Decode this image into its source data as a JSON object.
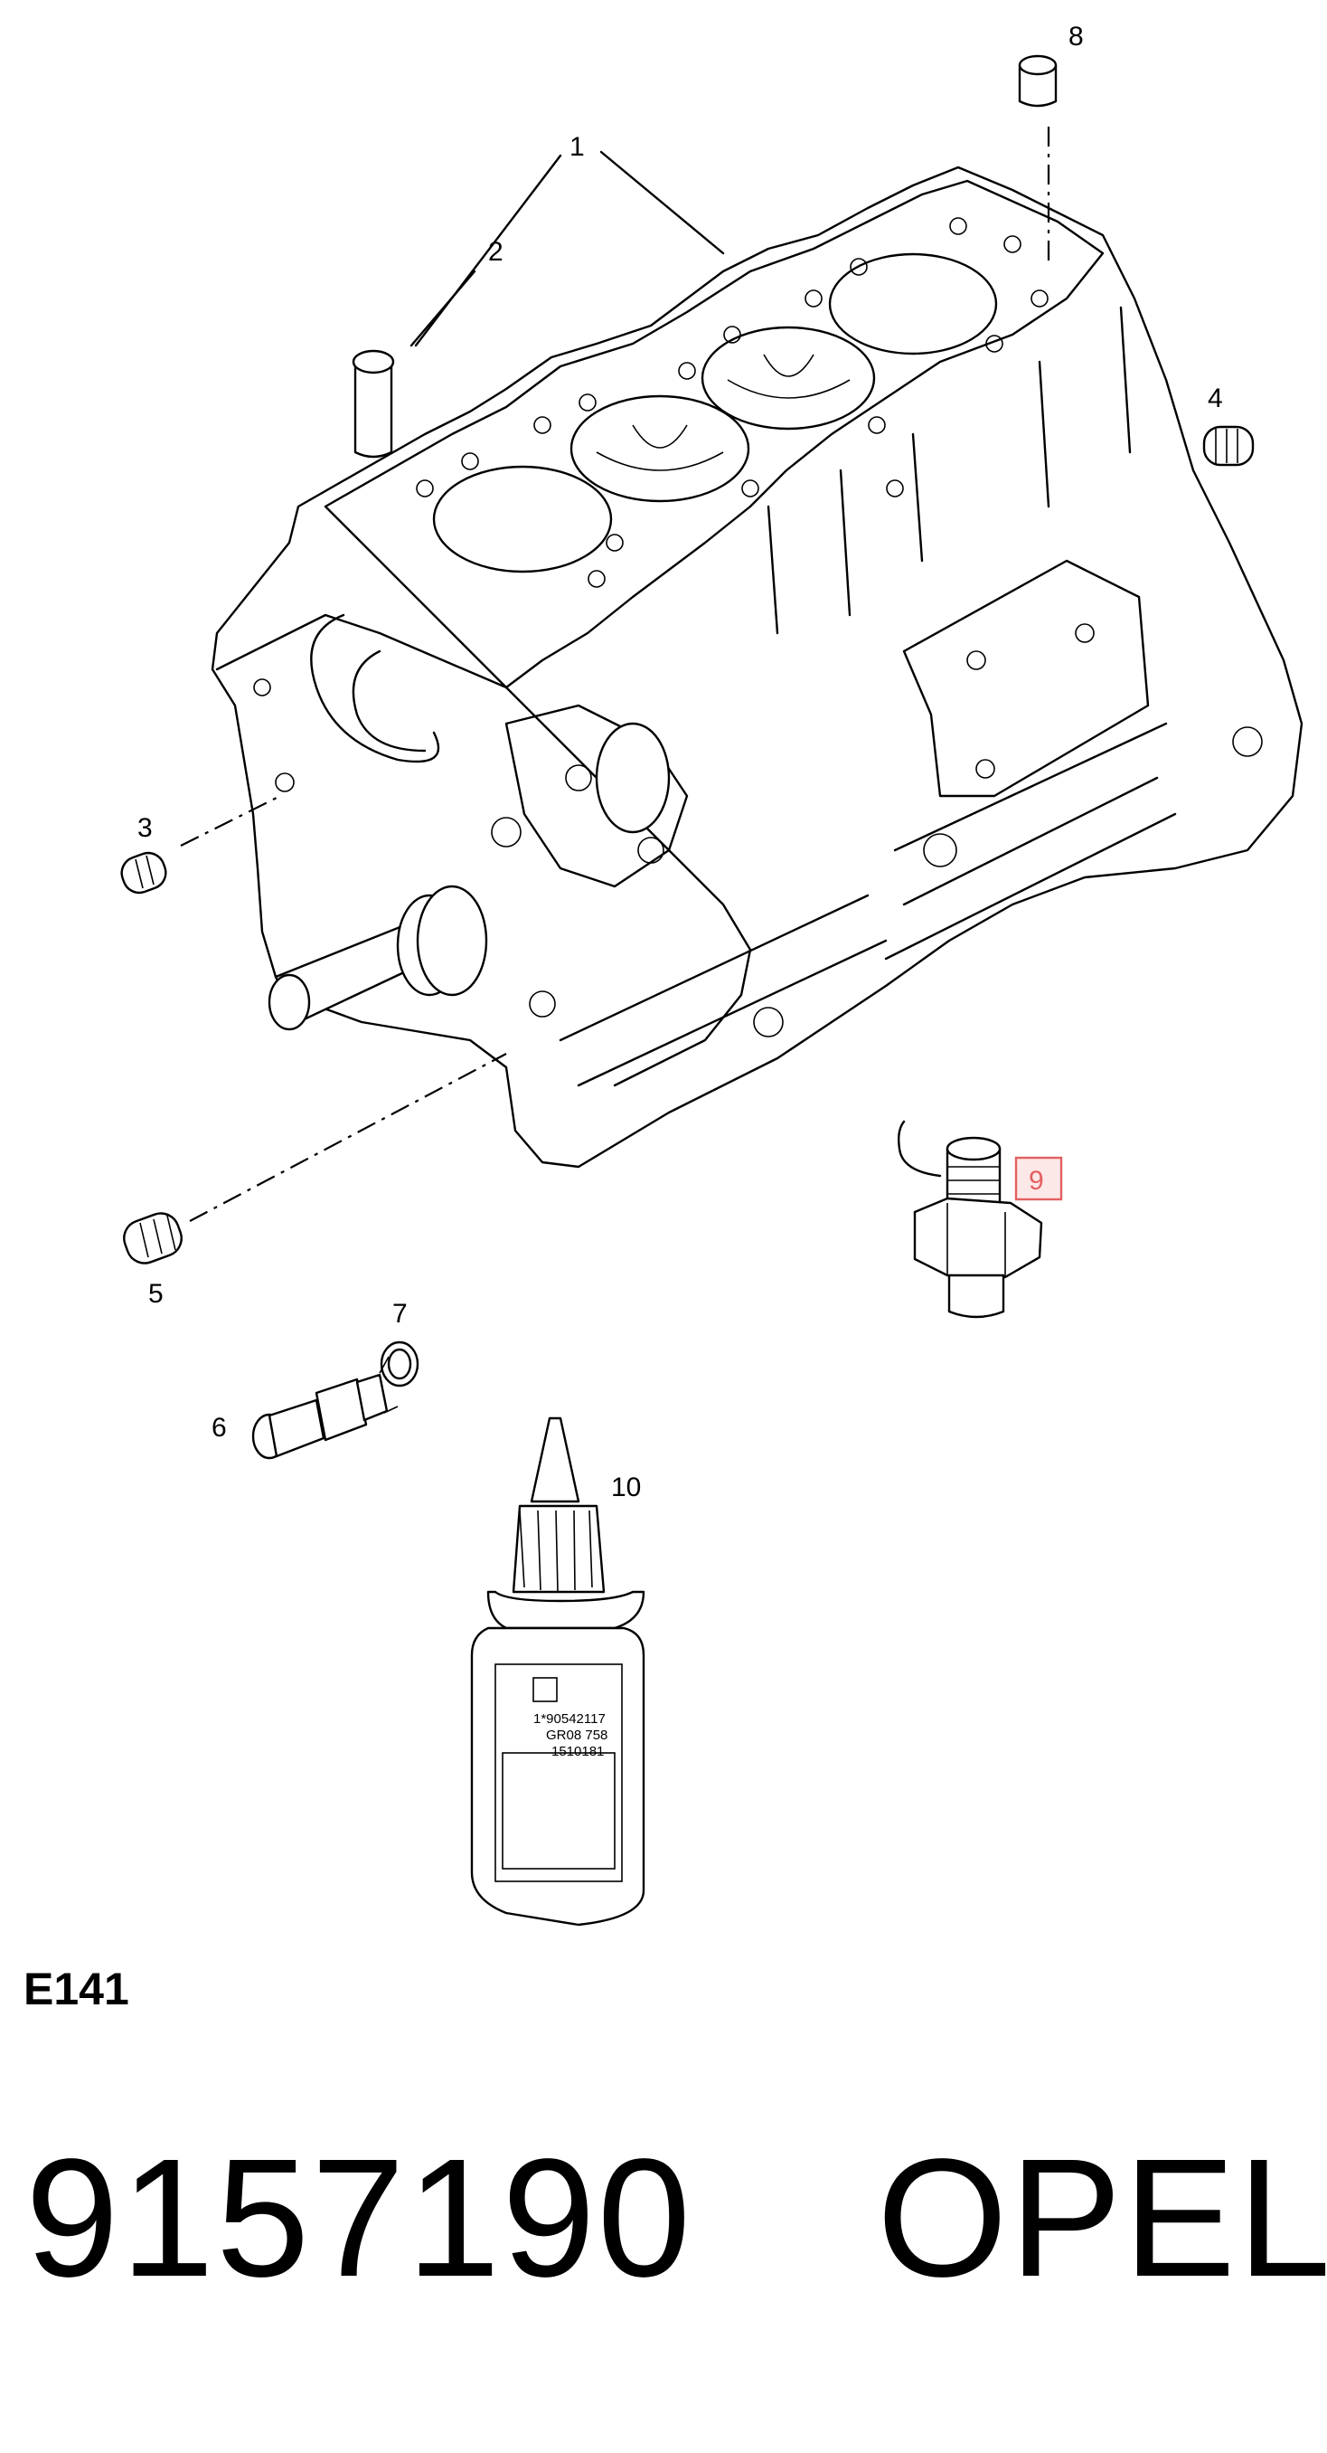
{
  "diagram": {
    "callouts": [
      {
        "id": "1",
        "label": "1"
      },
      {
        "id": "2",
        "label": "2"
      },
      {
        "id": "3",
        "label": "3"
      },
      {
        "id": "4",
        "label": "4"
      },
      {
        "id": "5",
        "label": "5"
      },
      {
        "id": "6",
        "label": "6"
      },
      {
        "id": "7",
        "label": "7"
      },
      {
        "id": "8",
        "label": "8"
      },
      {
        "id": "9",
        "label": "9",
        "highlighted": true
      },
      {
        "id": "10",
        "label": "10"
      }
    ],
    "bottle_label_lines": [
      "1*90542117",
      "GR08 758",
      "1510181"
    ],
    "highlight_color": "#e36060",
    "highlight_fill": "#fde8e8"
  },
  "code": "E141",
  "part_number": "9157190",
  "brand": "OPEL"
}
